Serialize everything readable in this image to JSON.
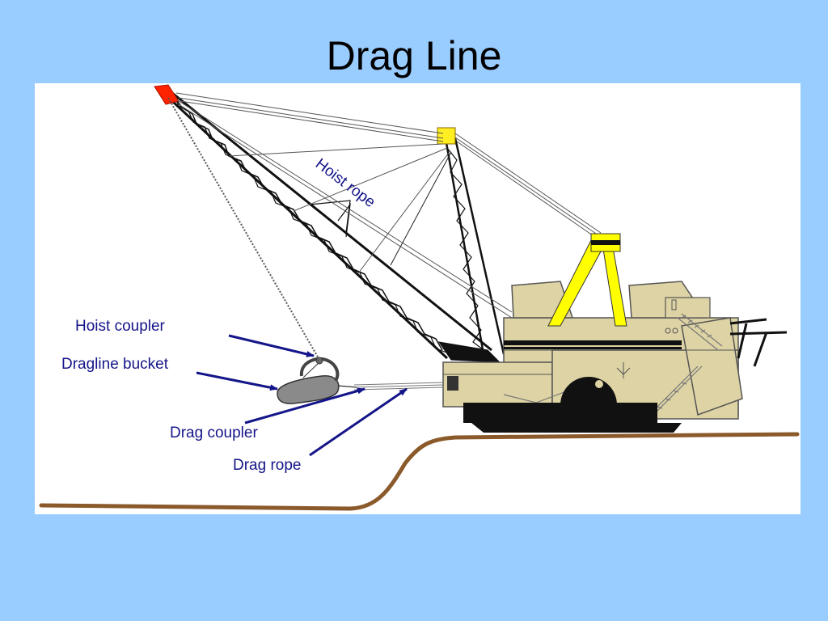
{
  "slide": {
    "title": "Drag Line"
  },
  "diagram": {
    "labels": {
      "hoist_rope": "Hoist rope",
      "hoist_coupler": "Hoist coupler",
      "dragline_bucket": "Dragline bucket",
      "drag_coupler": "Drag coupler",
      "drag_rope": "Drag rope"
    },
    "colors": {
      "background": "#99ccff",
      "label_text": "#15158a",
      "arrow": "#15158a",
      "machine_body": "#ddd3a4",
      "a_frame": "#ffff00",
      "boom_tip": "#ff2200",
      "ground": "#8b5a2b",
      "bucket": "#8a8a8a"
    }
  }
}
